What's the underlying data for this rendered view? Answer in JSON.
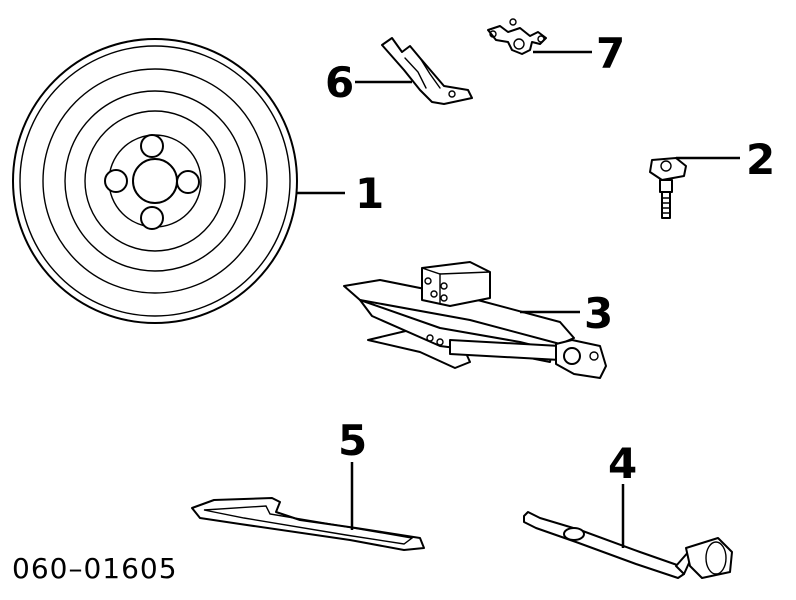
{
  "callouts": {
    "spare_tire": "1",
    "bolt": "2",
    "jack": "3",
    "jack_handle": "4",
    "wrench": "5",
    "bracket": "6",
    "wing_nut": "7"
  },
  "document_number": "060–01605"
}
